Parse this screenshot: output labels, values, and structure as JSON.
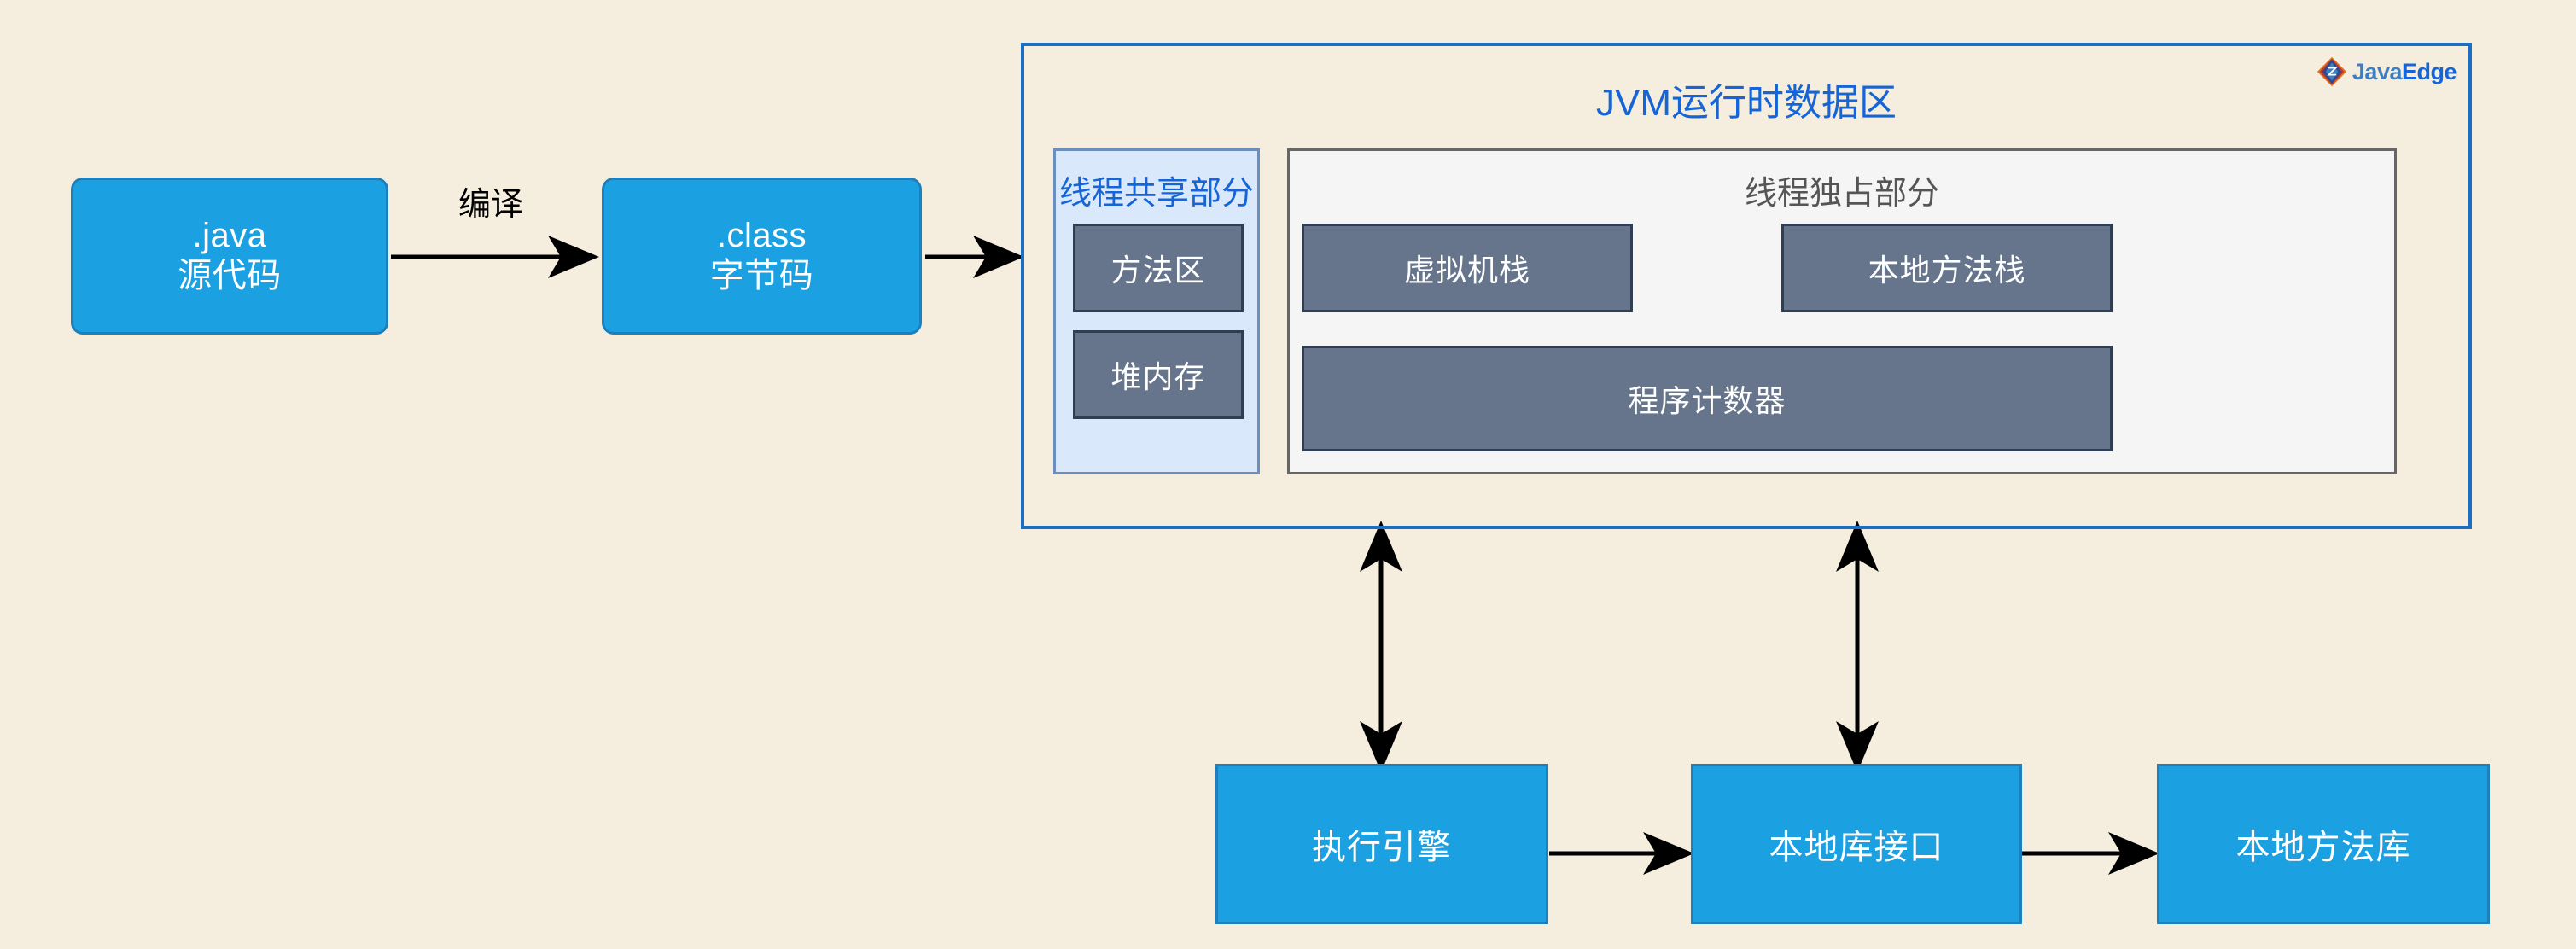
{
  "diagram": {
    "title": "JVM运行时数据区",
    "background_color": "#f5eede",
    "accent_blue": "#1ba1e2",
    "accent_border_blue": "#1d80bd",
    "container_blue": "#1a6fc4",
    "shared_fill": "#dae8fc",
    "shared_border": "#6c8ebf",
    "exclusive_fill": "#f5f5f5",
    "exclusive_border": "#666666",
    "slate_fill": "#66758b",
    "slate_border": "#2f3e52"
  },
  "brand": {
    "name_part1": "Java",
    "name_part2": "Edge",
    "mark_icon": "javaedge-diamond-icon"
  },
  "pipeline": {
    "source": {
      "line1": ".java",
      "line2": "源代码"
    },
    "compile_label": "编译",
    "bytecode": {
      "line1": ".class",
      "line2": "字节码"
    }
  },
  "runtime": {
    "title": "JVM运行时数据区",
    "shared": {
      "title": "线程共享部分",
      "regions": [
        {
          "label": "方法区"
        },
        {
          "label": "堆内存"
        }
      ]
    },
    "exclusive": {
      "title": "线程独占部分",
      "regions": [
        {
          "label": "虚拟机栈"
        },
        {
          "label": "本地方法栈"
        },
        {
          "label": "程序计数器"
        }
      ]
    }
  },
  "engine_row": {
    "items": [
      {
        "label": "执行引擎"
      },
      {
        "label": "本地库接口"
      },
      {
        "label": "本地方法库"
      }
    ]
  }
}
